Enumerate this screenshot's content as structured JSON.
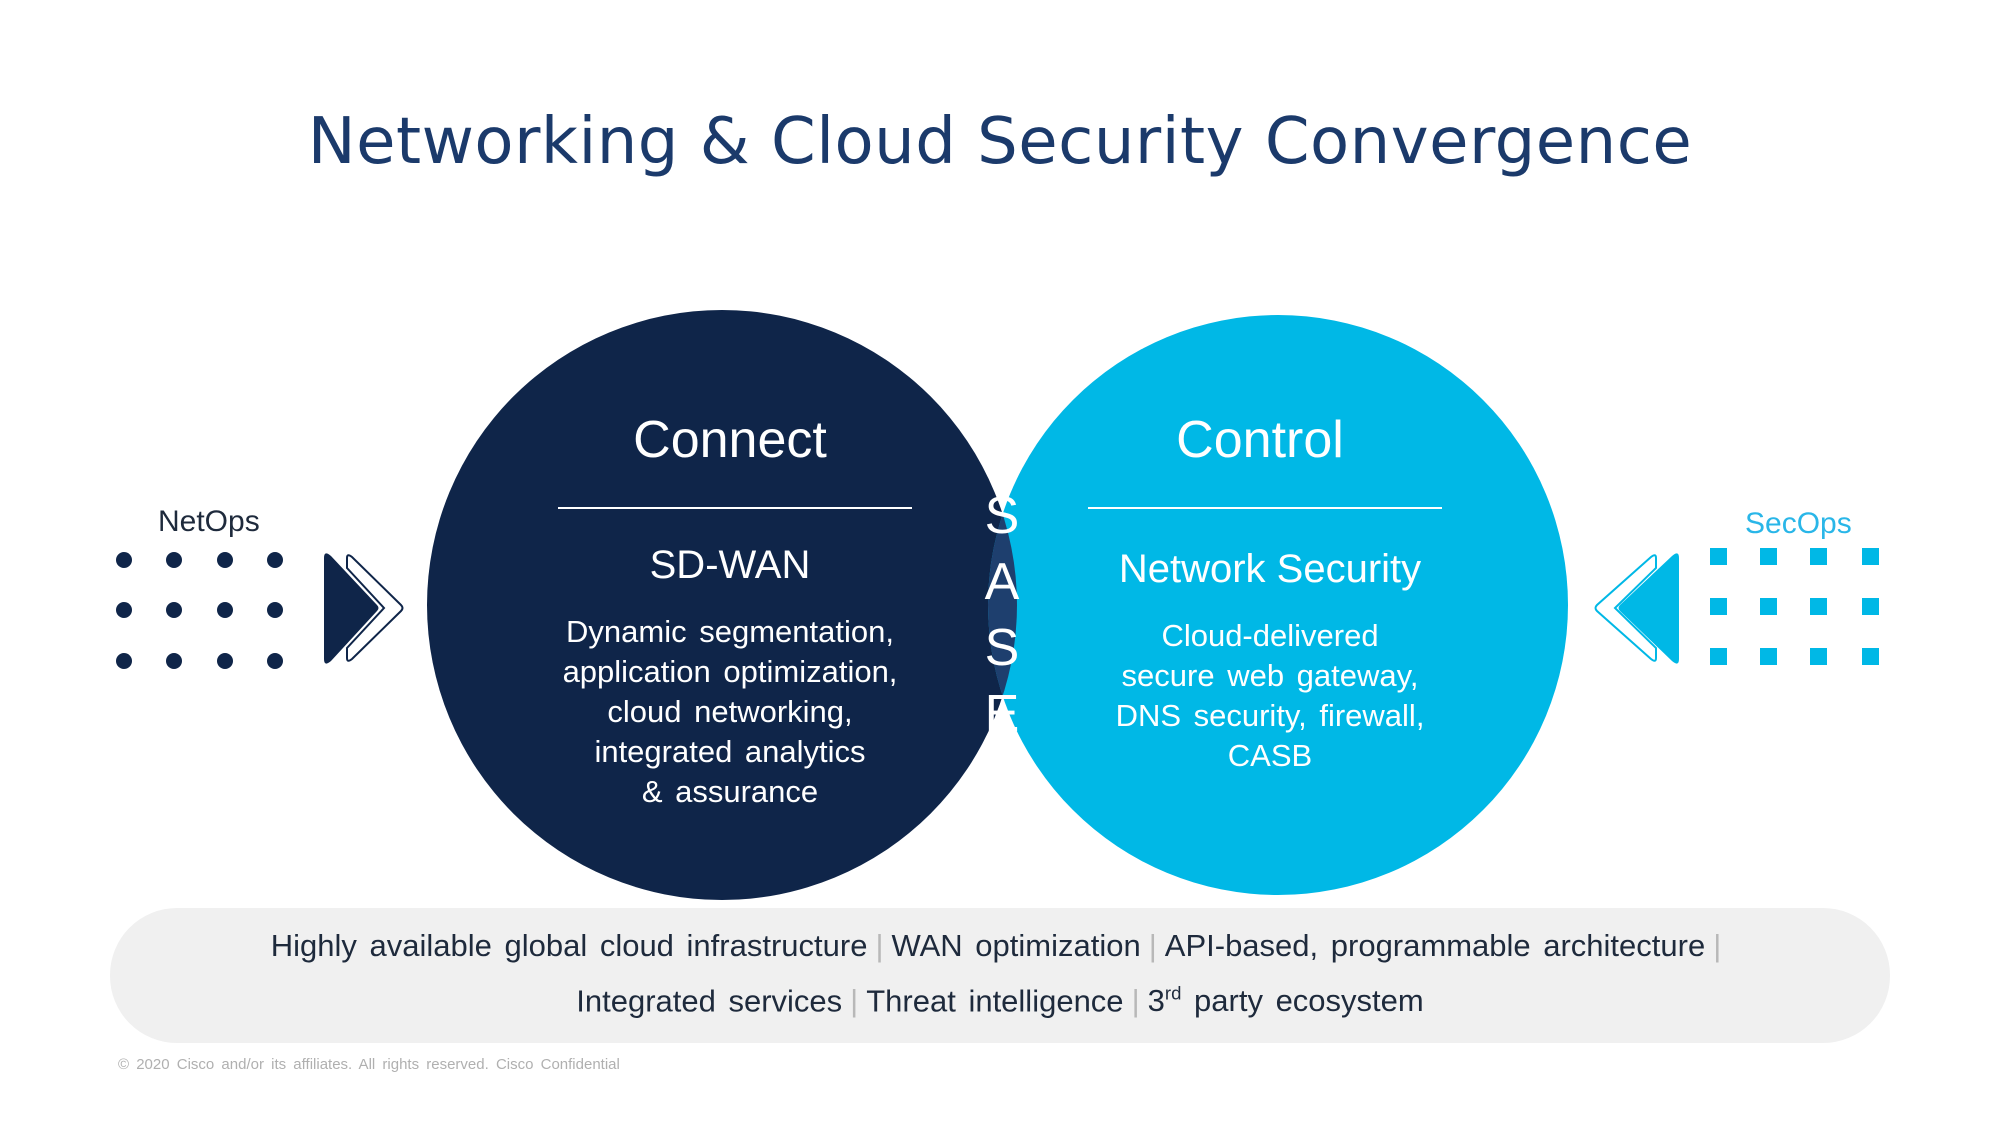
{
  "title": "Networking & Cloud Security Convergence",
  "colors": {
    "navy": "#0f2549",
    "cyan": "#00b8e6",
    "overlap": "#1e3f6e",
    "band": "#f0f0f0",
    "title": "#1b3a6b"
  },
  "left_side": {
    "label": "NetOps",
    "icon": "dot-grid-icon",
    "arrow_icon": "double-chevron-right-icon"
  },
  "right_side": {
    "label": "SecOps",
    "icon": "square-grid-icon",
    "arrow_icon": "double-chevron-left-icon"
  },
  "left_circle": {
    "heading": "Connect",
    "subheading": "SD-WAN",
    "description": [
      "Dynamic segmentation,",
      "application optimization,",
      "cloud networking,",
      "integrated analytics",
      "& assurance"
    ]
  },
  "right_circle": {
    "heading": "Control",
    "subheading": "Network Security",
    "description": [
      "Cloud-delivered",
      "secure web gateway,",
      "DNS security, firewall,",
      "CASB"
    ]
  },
  "overlap": {
    "letters": [
      "S",
      "A",
      "S",
      "E"
    ]
  },
  "band": {
    "line1": [
      "Highly available global cloud infrastructure",
      "WAN optimization",
      "API-based, programmable architecture"
    ],
    "line2": [
      "Integrated services",
      "Threat intelligence"
    ],
    "line2_last": {
      "ordinal": "3",
      "suffix": "rd",
      "text": " party ecosystem"
    },
    "separator": "|"
  },
  "footer": "© 2020 Cisco and/or its affiliates. All rights reserved.   Cisco Confidential"
}
